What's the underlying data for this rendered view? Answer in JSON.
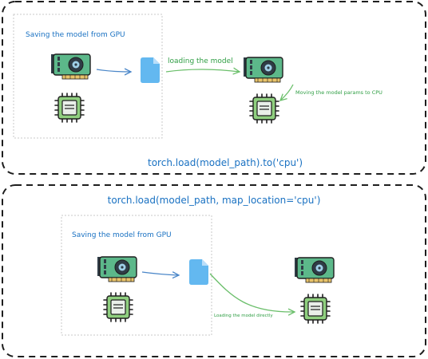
{
  "top_panel": {
    "caption": "Saving the model from GPU",
    "arrow_label": "loading the model",
    "move_label": "Moving the model params to CPU",
    "code": "torch.load(model_path).to('cpu')"
  },
  "bottom_panel": {
    "code": "torch.load(model_path, map_location='cpu')",
    "caption": "Saving the model from GPU",
    "arrow_label": "Loading the model directly"
  },
  "colors": {
    "panel_border": "#1e1e1e",
    "caption_blue": "#1971c2",
    "arrow_blue": "#4a86c8",
    "arrow_green": "#6bbf6b",
    "label_green": "#2f9e44",
    "gpu_board": "#5cb88a",
    "gpu_dark": "#2f3c46",
    "chip_green": "#8fcf7f",
    "chip_light": "#e9efe9",
    "file_blue": "#63b8f0"
  },
  "icons": [
    "gpu-card-icon",
    "cpu-chip-icon",
    "file-icon"
  ]
}
